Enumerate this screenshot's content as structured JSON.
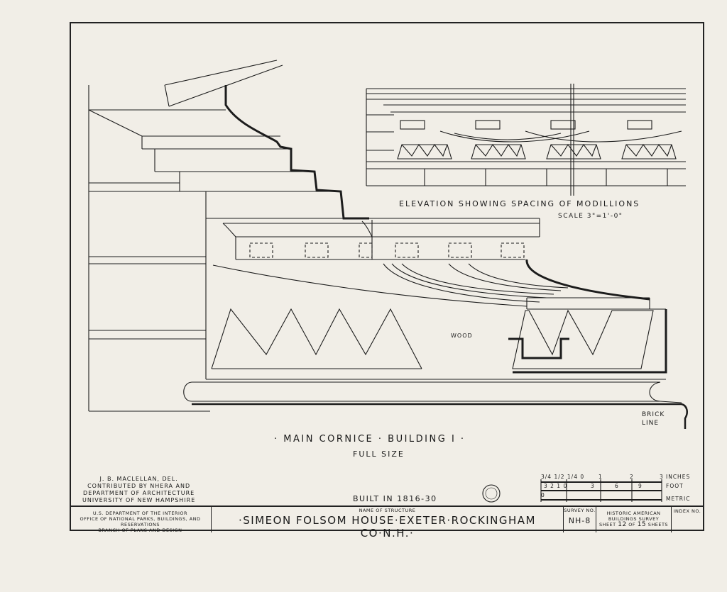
{
  "drawing": {
    "elevation_title": "ELEVATION SHOWING SPACING OF MODILLIONS",
    "elevation_scale": "SCALE 3\"=1'-0\"",
    "material_label": "WOOD",
    "brick_label_1": "BRICK",
    "brick_label_2": "LINE",
    "main_title": "· MAIN CORNICE · BUILDING I ·",
    "subtitle": "FULL SIZE",
    "built": "BUILT IN 1816-30"
  },
  "credit": {
    "line1": "J. B. MACLELLAN, DEL.",
    "line2": "CONTRIBUTED BY NHERA AND",
    "line3": "DEPARTMENT OF ARCHITECTURE",
    "line4": "UNIVERSITY OF NEW HAMPSHIRE"
  },
  "scale_bar": {
    "inches_ticks": "3/4 1/2 1/4 0",
    "inches_marks": [
      "1",
      "2",
      "3"
    ],
    "inches_unit": "INCHES",
    "foot_ticks": "3 2 1 0",
    "foot_marks": [
      "3",
      "6",
      "9"
    ],
    "foot_unit": "FOOT",
    "metric_zero": "0",
    "metric_unit": "METRIC"
  },
  "title_block": {
    "agency_line1": "U.S. DEPARTMENT OF THE INTERIOR",
    "agency_line2": "OFFICE OF NATIONAL PARKS, BUILDINGS, AND RESERVATIONS",
    "agency_line3": "BRANCH OF PLANS AND DESIGN",
    "structure_caption": "NAME OF STRUCTURE",
    "structure_name": "·SIMEON FOLSOM HOUSE·EXETER·ROCKINGHAM CO·N.H.·",
    "survey_caption": "SURVEY NO.",
    "survey_number": "NH-8",
    "habs_line1": "HISTORIC AMERICAN",
    "habs_line2": "BUILDINGS SURVEY",
    "sheet_label": "SHEET",
    "sheet_number": "12",
    "of_label": "OF",
    "sheet_total": "15",
    "sheets_label": "SHEETS",
    "index_caption": "INDEX NO."
  }
}
